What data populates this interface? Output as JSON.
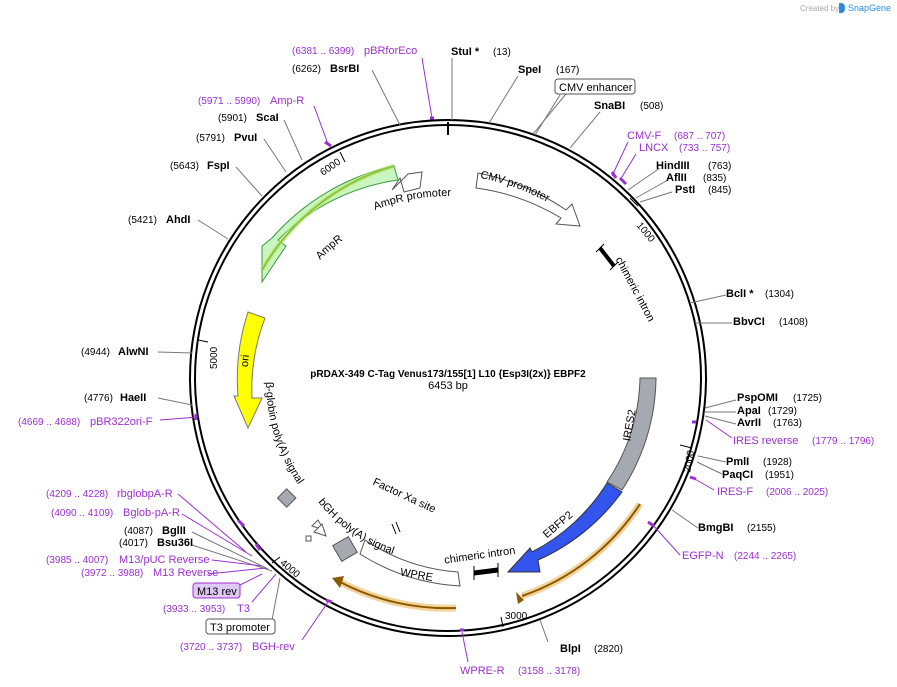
{
  "watermark": "Created by",
  "brand": "SnapGene",
  "plasmid": {
    "name": "pRDAX-349   C-Tag Venus173/155[1] L10 {Esp3I(2x)} EBPF2",
    "size_label": "6453 bp"
  },
  "ruler_ticks": [
    "1000",
    "2000",
    "3000",
    "4000",
    "5000",
    "6000"
  ],
  "enzymes": [
    {
      "name": "StuI *",
      "pos": "(13)"
    },
    {
      "name": "SpeI",
      "pos": "(167)"
    },
    {
      "name": "SnaBI",
      "pos": "(508)"
    },
    {
      "name": "HindIII",
      "pos": "(763)"
    },
    {
      "name": "AflII",
      "pos": "(835)"
    },
    {
      "name": "PstI",
      "pos": "(845)"
    },
    {
      "name": "BclI *",
      "pos": "(1304)"
    },
    {
      "name": "BbvCI",
      "pos": "(1408)"
    },
    {
      "name": "PspOMI",
      "pos": "(1725)"
    },
    {
      "name": "ApaI",
      "pos": "(1729)"
    },
    {
      "name": "AvrII",
      "pos": "(1763)"
    },
    {
      "name": "PmlI",
      "pos": "(1928)"
    },
    {
      "name": "PaqCI",
      "pos": "(1951)"
    },
    {
      "name": "BmgBI",
      "pos": "(2155)"
    },
    {
      "name": "BlpI",
      "pos": "(2820)"
    },
    {
      "name": "BglII",
      "pos": "(4087)"
    },
    {
      "name": "Bsu36I",
      "pos": "(4017)"
    },
    {
      "name": "HaeII",
      "pos": "(4776)"
    },
    {
      "name": "AlwNI",
      "pos": "(4944)"
    },
    {
      "name": "AhdI",
      "pos": "(5421)"
    },
    {
      "name": "FspI",
      "pos": "(5643)"
    },
    {
      "name": "PvuI",
      "pos": "(5791)"
    },
    {
      "name": "ScaI",
      "pos": "(5901)"
    },
    {
      "name": "BsrBI",
      "pos": "(6262)"
    }
  ],
  "primers": [
    {
      "name": "pBRforEco",
      "pos": "(6381 .. 6399)"
    },
    {
      "name": "Amp-R",
      "pos": "(5971 .. 5990)"
    },
    {
      "name": "CMV-F",
      "pos": "(687 .. 707)"
    },
    {
      "name": "LNCX",
      "pos": "(733 .. 757)"
    },
    {
      "name": "IRES reverse",
      "pos": "(1779 .. 1796)"
    },
    {
      "name": "IRES-F",
      "pos": "(2006 .. 2025)"
    },
    {
      "name": "EGFP-N",
      "pos": "(2244 .. 2265)"
    },
    {
      "name": "WPRE-R",
      "pos": "(3158 .. 3178)"
    },
    {
      "name": "BGH-rev",
      "pos": "(3720 .. 3737)"
    },
    {
      "name": "T3",
      "pos": "(3933 .. 3953)"
    },
    {
      "name": "M13 Reverse",
      "pos": "(3972 .. 3988)"
    },
    {
      "name": "M13/pUC Reverse",
      "pos": "(3985 .. 4007)"
    },
    {
      "name": "Bglob-pA-R",
      "pos": "(4090 .. 4109)"
    },
    {
      "name": "rbglobpA-R",
      "pos": "(4209 .. 4228)"
    },
    {
      "name": "pBR322ori-F",
      "pos": "(4669 .. 4688)"
    }
  ],
  "boxed_features": {
    "cmv_enhancer": "CMV enhancer",
    "m13_rev": "M13 rev",
    "t3_promoter": "T3 promoter"
  },
  "features": {
    "cmv_promoter": "CMV promoter",
    "chimeric_intron_top": "chimeric intron",
    "ampr_promoter": "AmpR promoter",
    "ampr": "AmpR",
    "ori": "ori",
    "beta_globin": "β-globin poly(A) signal",
    "ires2": "IRES2",
    "ebfp2": "EBFP2",
    "chimeric_intron_bottom": "chimeric intron",
    "wpre": "WPRE",
    "factor_xa": "Factor Xa site",
    "bgh": "bGH poly(A) signal"
  },
  "colors": {
    "ampr": "#c8f5c0",
    "ori": "#ffff00",
    "ebfp2": "#3355ee",
    "ires2": "#a6aab0",
    "primer": "#9b30d0",
    "brand": "#2a8ce0"
  }
}
